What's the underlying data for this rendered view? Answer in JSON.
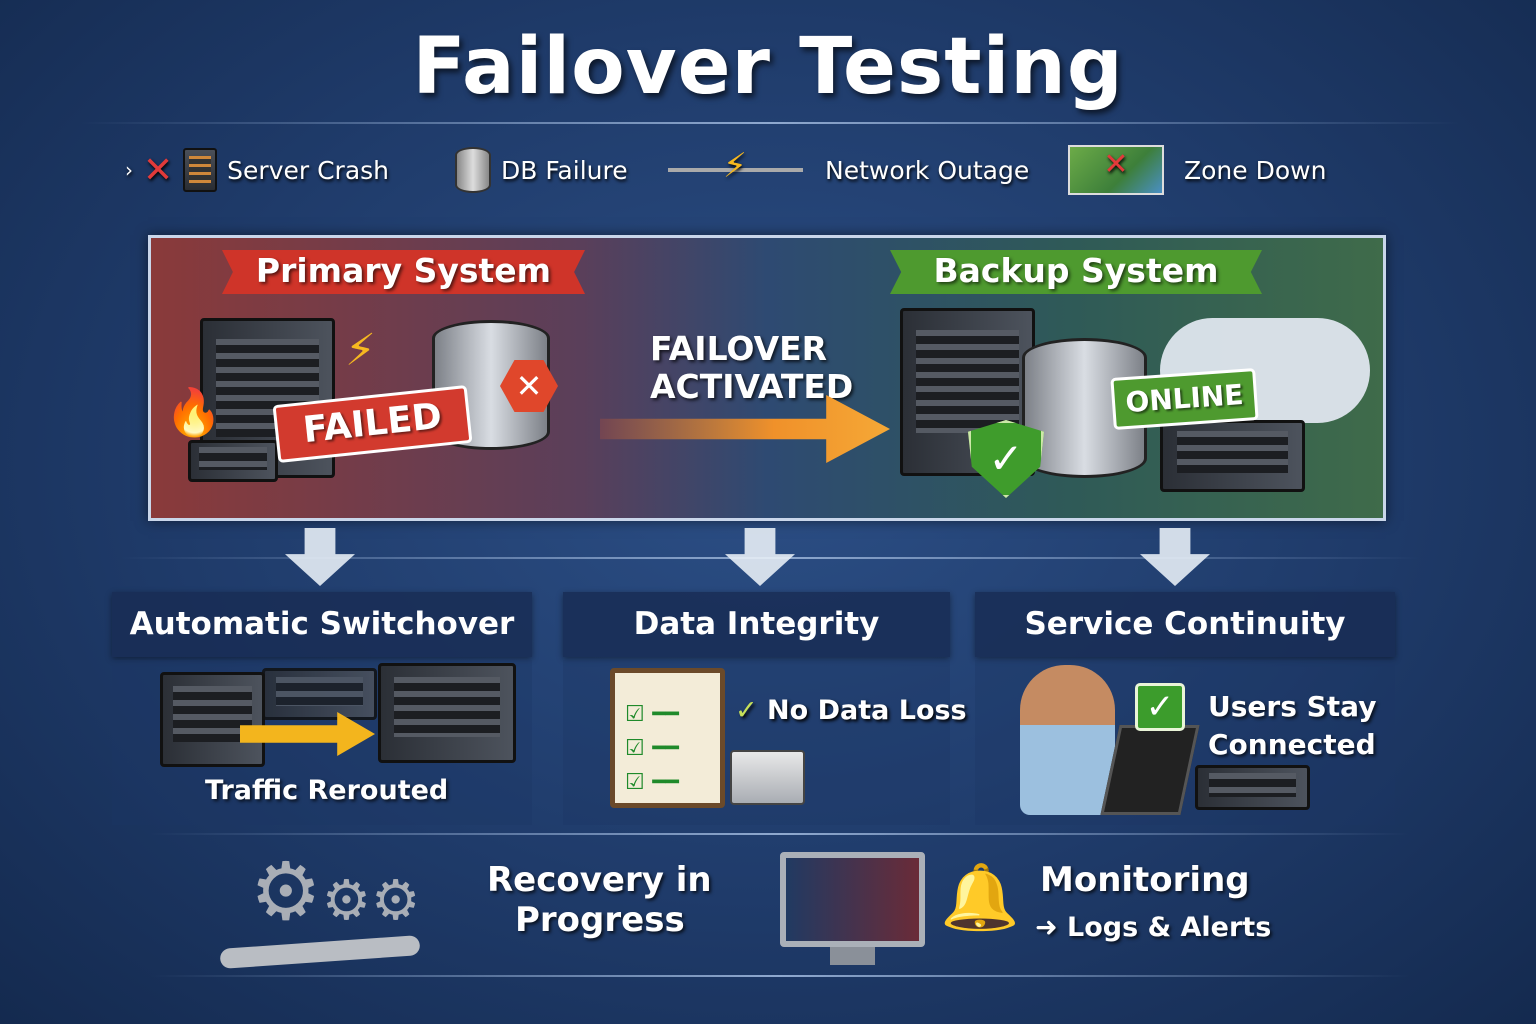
{
  "title": "Failover Testing",
  "legend": [
    {
      "label": "Server Crash",
      "icon": "server-crash-icon"
    },
    {
      "label": "DB Failure",
      "icon": "db-failure-icon"
    },
    {
      "label": "Network Outage",
      "icon": "network-outage-icon"
    },
    {
      "label": "Zone Down",
      "icon": "zone-down-icon"
    }
  ],
  "primary": {
    "title": "Primary System",
    "status": "FAILED"
  },
  "failover": {
    "line1": "FAILOVER",
    "line2": "ACTIVATED"
  },
  "backup": {
    "title": "Backup System",
    "status": "ONLINE"
  },
  "panels": [
    {
      "title": "Automatic Switchover",
      "caption": "Traffic Rerouted"
    },
    {
      "title": "Data Integrity",
      "caption": "No Data Loss"
    },
    {
      "title": "Service Continuity",
      "caption_line1": "Users Stay",
      "caption_line2": "Connected"
    }
  ],
  "recovery": {
    "line1": "Recovery in",
    "line2": "Progress"
  },
  "monitoring": {
    "title": "Monitoring",
    "subtitle": "Logs & Alerts"
  },
  "colors": {
    "red": "#d23a2e",
    "green": "#4e9a2f",
    "orange": "#f0912a",
    "bg": "#1f3b6a"
  }
}
